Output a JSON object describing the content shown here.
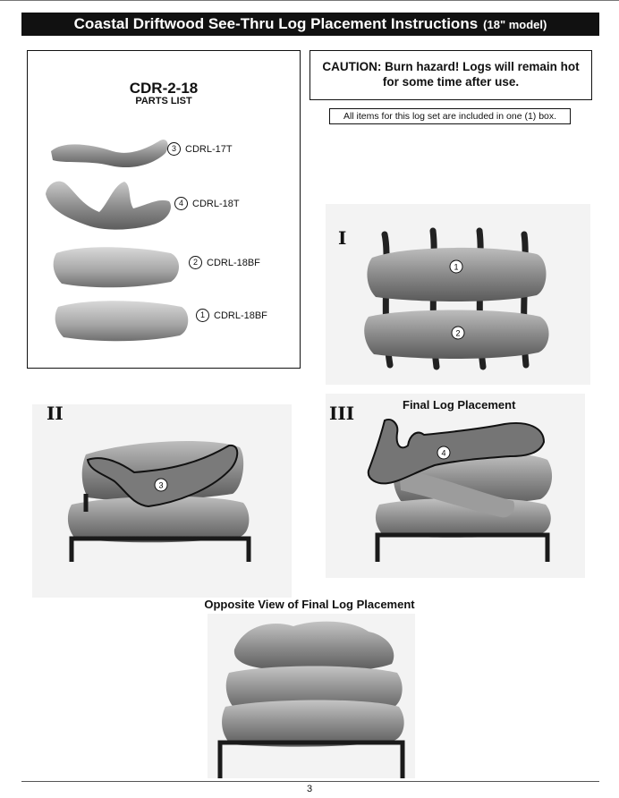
{
  "header": {
    "title": "Coastal Driftwood See-Thru Log Placement Instructions",
    "model": "(18\" model)"
  },
  "parts_list": {
    "code": "CDR-2-18",
    "subtitle": "PARTS LIST",
    "items": [
      {
        "num": "3",
        "label": "CDRL-17T"
      },
      {
        "num": "4",
        "label": "CDRL-18T"
      },
      {
        "num": "2",
        "label": "CDRL-18BF"
      },
      {
        "num": "1",
        "label": "CDRL-18BF"
      }
    ]
  },
  "caution": {
    "line1": "CAUTION:  Burn hazard! Logs will remain hot",
    "line2": "for some time after use."
  },
  "note": "All items for this log set are included in one (1) box.",
  "steps": {
    "step1": {
      "roman": "I",
      "markers": [
        "1",
        "2"
      ]
    },
    "step2": {
      "roman": "II",
      "markers": [
        "3"
      ]
    },
    "step3": {
      "roman": "III",
      "label": "Final Log Placement",
      "markers": [
        "4"
      ]
    }
  },
  "opposite_view": "Opposite View of Final Log Placement",
  "page_number": "3"
}
